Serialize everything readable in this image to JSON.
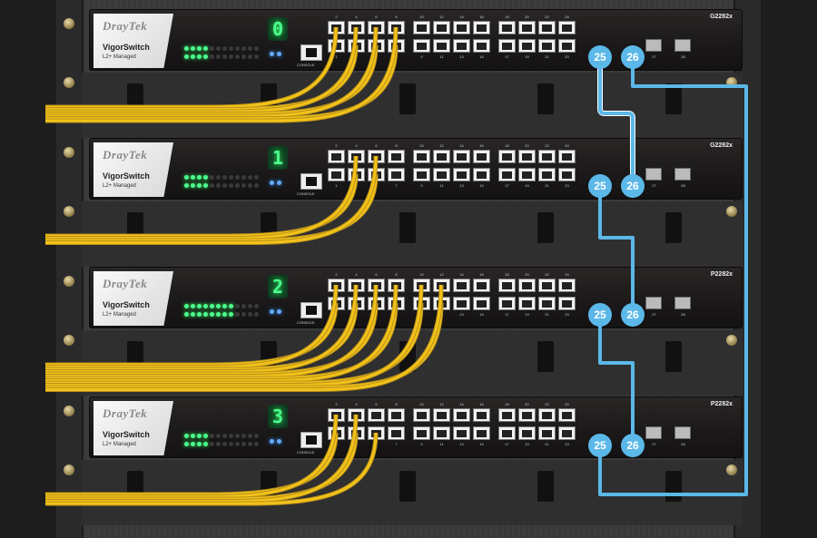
{
  "brand": "DrayTek",
  "product_name": "VigorSwitch",
  "product_sub": "L2+ Managed",
  "console_label": "CONSOLE",
  "switches": [
    {
      "model": "G2282x",
      "unit": "0",
      "cabled_ports": [
        2,
        3,
        4,
        5,
        6,
        7,
        8
      ]
    },
    {
      "model": "G2282x",
      "unit": "1",
      "cabled_ports": [
        3,
        4,
        5,
        6
      ]
    },
    {
      "model": "P2282x",
      "unit": "2",
      "cabled_ports": [
        1,
        2,
        3,
        4,
        5,
        6,
        7,
        8,
        9,
        10,
        11,
        12
      ]
    },
    {
      "model": "P2282x",
      "unit": "3",
      "cabled_ports": [
        1,
        2,
        3,
        4,
        5
      ]
    }
  ],
  "stack_ports": [
    "25",
    "26"
  ],
  "sfp_ports": [
    "27",
    "28"
  ],
  "colors": {
    "cable": "#f2c21a",
    "stack": "#5bb8e8",
    "led": "#4dff8e"
  }
}
